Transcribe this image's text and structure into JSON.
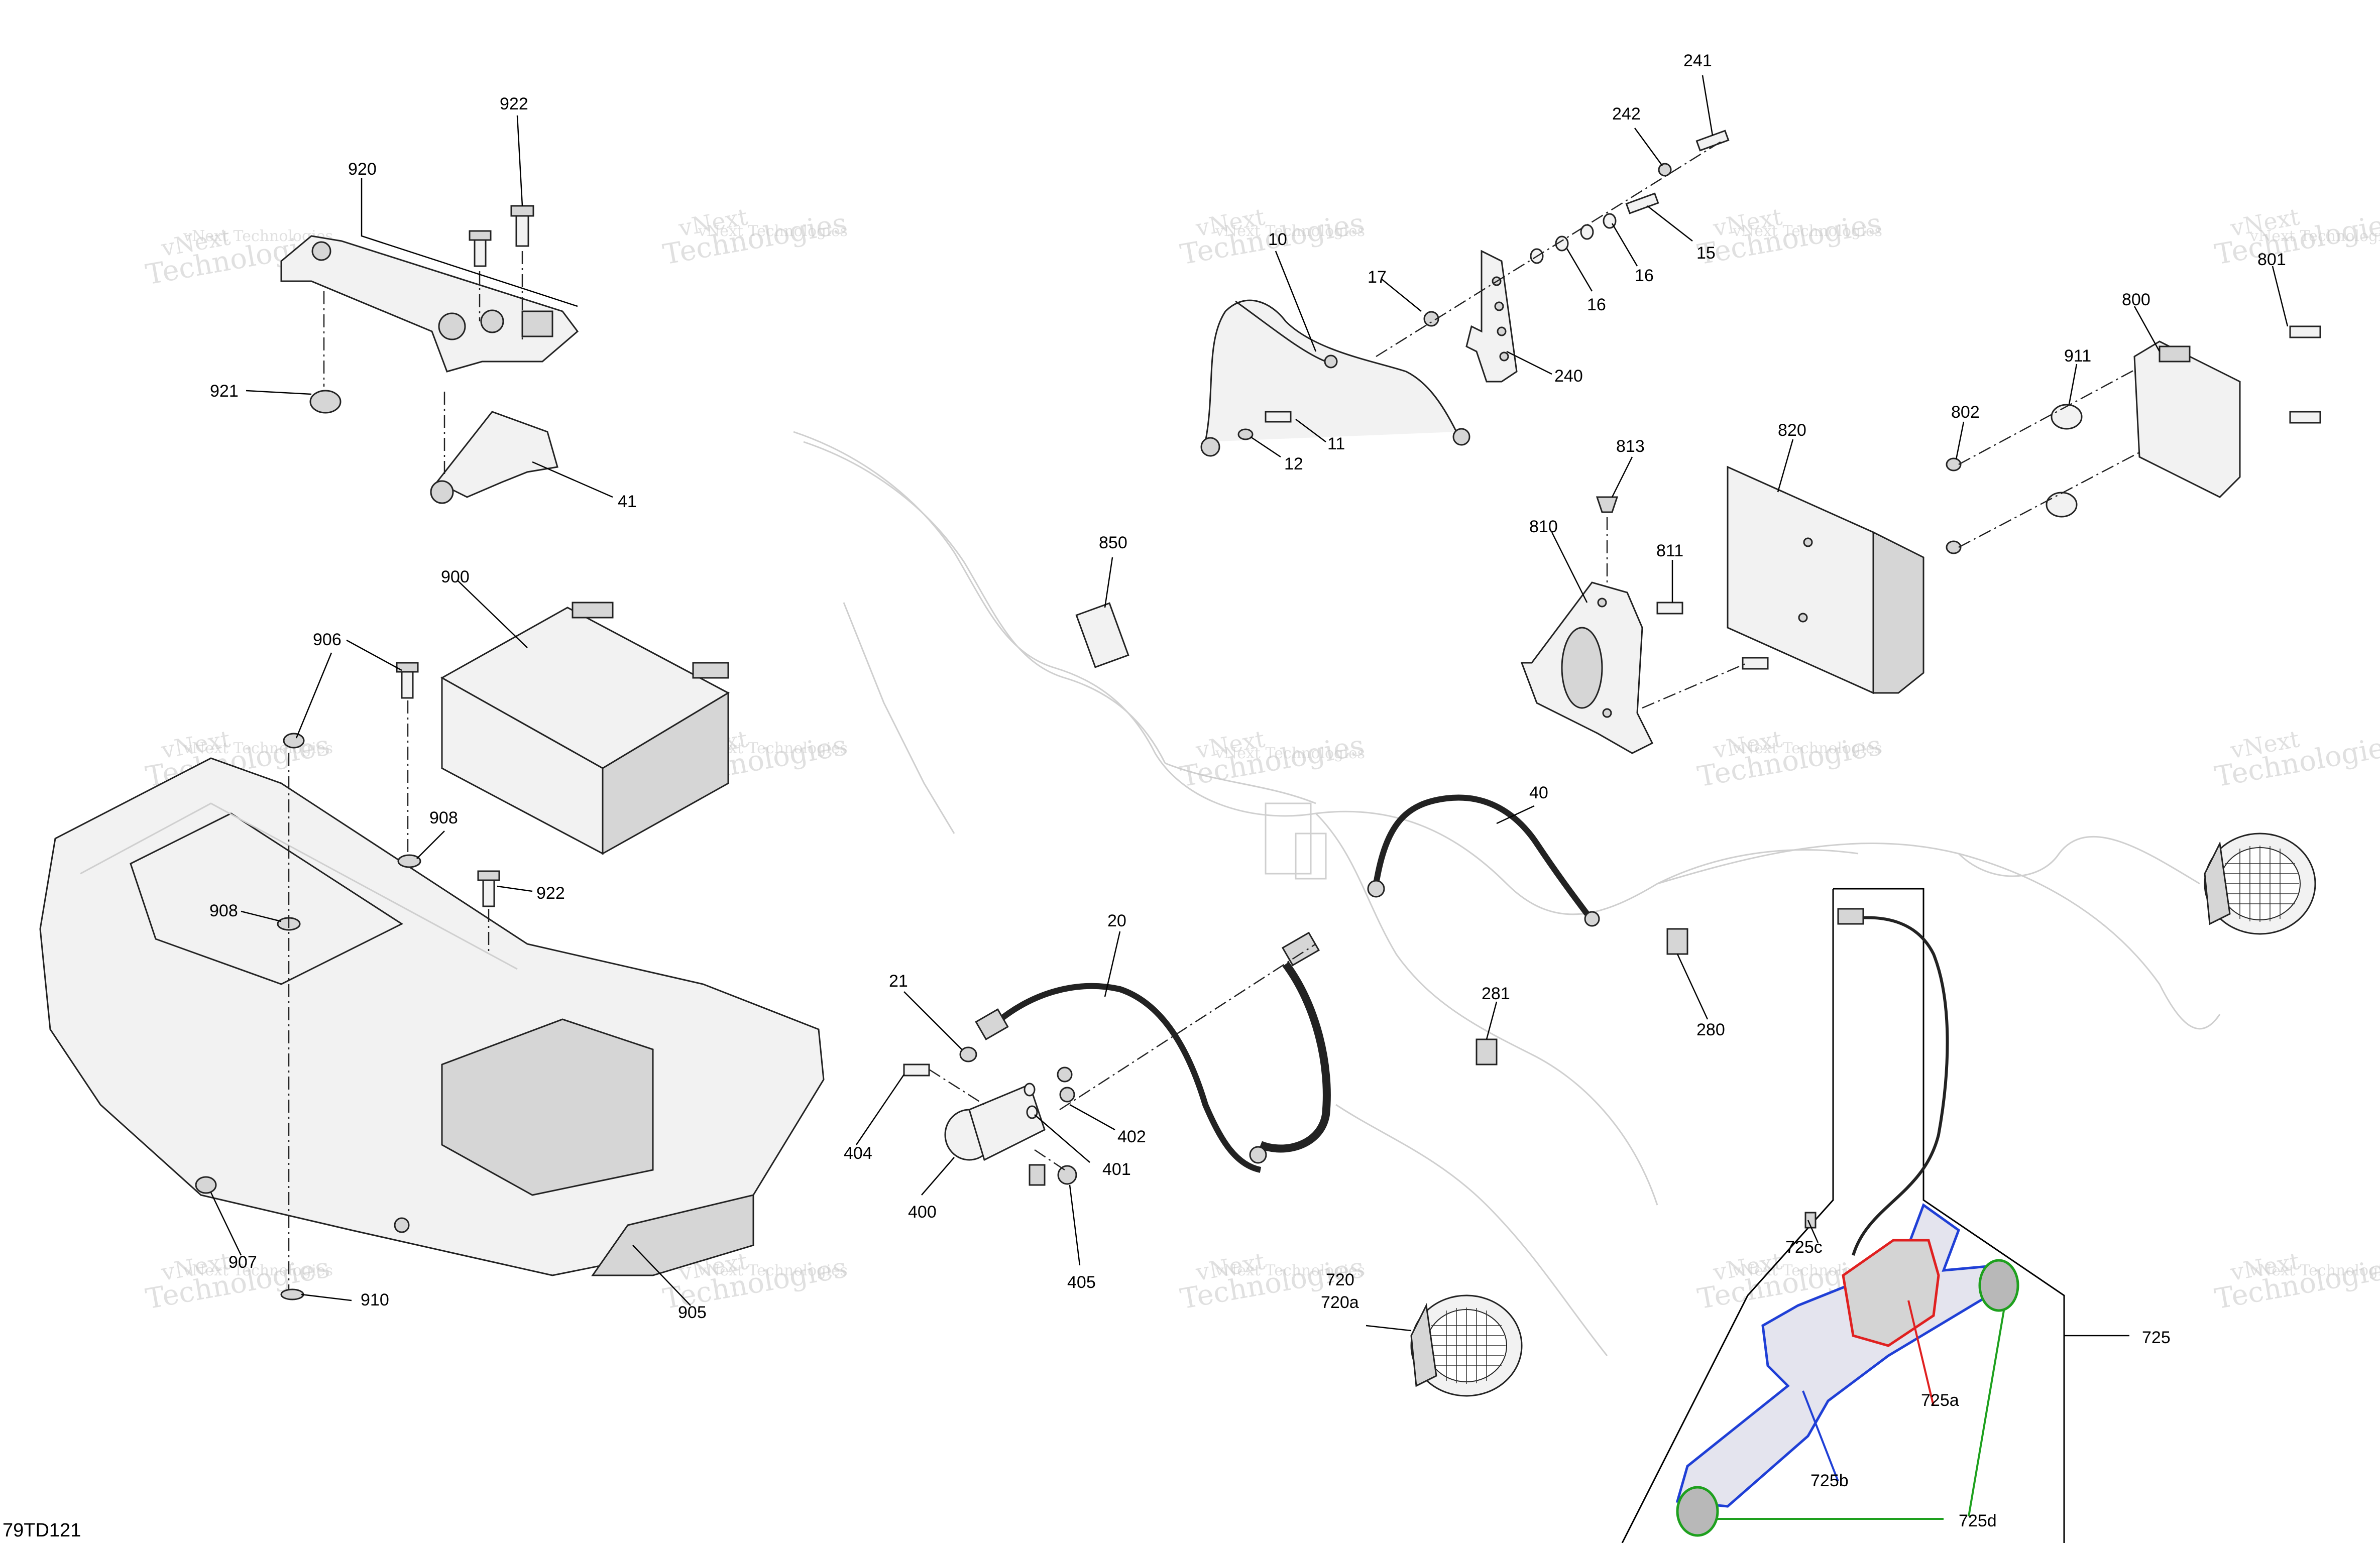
{
  "diagram_id": "79TD121",
  "watermark": {
    "line1": "vNext",
    "line2": "Technologies",
    "small": "vNext Technologies"
  },
  "labels": [
    {
      "id": "922a",
      "text": "922"
    },
    {
      "id": "920",
      "text": "920"
    },
    {
      "id": "921",
      "text": "921"
    },
    {
      "id": "41",
      "text": "41"
    },
    {
      "id": "900",
      "text": "900"
    },
    {
      "id": "906",
      "text": "906"
    },
    {
      "id": "908a",
      "text": "908"
    },
    {
      "id": "908b",
      "text": "908"
    },
    {
      "id": "922b",
      "text": "922"
    },
    {
      "id": "907",
      "text": "907"
    },
    {
      "id": "910",
      "text": "910"
    },
    {
      "id": "905",
      "text": "905"
    },
    {
      "id": "241",
      "text": "241"
    },
    {
      "id": "242",
      "text": "242"
    },
    {
      "id": "15",
      "text": "15"
    },
    {
      "id": "16a",
      "text": "16"
    },
    {
      "id": "16b",
      "text": "16"
    },
    {
      "id": "17",
      "text": "17"
    },
    {
      "id": "10",
      "text": "10"
    },
    {
      "id": "240",
      "text": "240"
    },
    {
      "id": "11",
      "text": "11"
    },
    {
      "id": "12",
      "text": "12"
    },
    {
      "id": "850",
      "text": "850"
    },
    {
      "id": "813",
      "text": "813"
    },
    {
      "id": "810",
      "text": "810"
    },
    {
      "id": "811",
      "text": "811"
    },
    {
      "id": "820",
      "text": "820"
    },
    {
      "id": "802",
      "text": "802"
    },
    {
      "id": "911",
      "text": "911"
    },
    {
      "id": "800",
      "text": "800"
    },
    {
      "id": "801",
      "text": "801"
    },
    {
      "id": "40",
      "text": "40"
    },
    {
      "id": "20",
      "text": "20"
    },
    {
      "id": "21",
      "text": "21"
    },
    {
      "id": "404",
      "text": "404"
    },
    {
      "id": "402",
      "text": "402"
    },
    {
      "id": "401",
      "text": "401"
    },
    {
      "id": "400",
      "text": "400"
    },
    {
      "id": "405",
      "text": "405"
    },
    {
      "id": "281",
      "text": "281"
    },
    {
      "id": "280",
      "text": "280"
    },
    {
      "id": "720",
      "text": "720"
    },
    {
      "id": "720a",
      "text": "720a"
    },
    {
      "id": "725c",
      "text": "725c"
    },
    {
      "id": "725",
      "text": "725"
    },
    {
      "id": "725a",
      "text": "725a"
    },
    {
      "id": "725b",
      "text": "725b"
    },
    {
      "id": "725d",
      "text": "725d"
    }
  ],
  "colors": {
    "line": "#222222",
    "label": "#000000",
    "highlight_725a": "#e02020",
    "highlight_725b": "#1f3fd6",
    "highlight_725d": "#1ea01e",
    "watermark": "#c8c8c8"
  }
}
